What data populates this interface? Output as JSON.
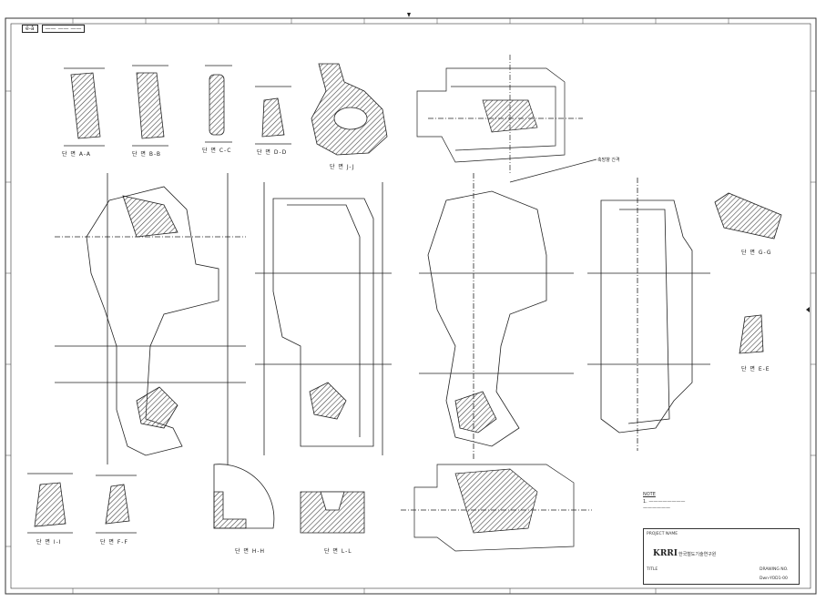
{
  "header": {
    "sheet_id": "é-â",
    "description": "—— —— ——"
  },
  "section_labels": [
    "단 면 A-A",
    "단 면 B-B",
    "단 면 C-C",
    "단 면 D-D",
    "단 면 J-J",
    "단 면 G-G",
    "단 면 E-E",
    "단 면 I-I",
    "단 면 F-F",
    "단 면 H-H",
    "단 면 L-L"
  ],
  "callout": "축방향 간격",
  "note": {
    "title": "NOTE",
    "lines": [
      "1. ————————",
      "——————"
    ]
  },
  "title_block": {
    "logo": "KRRI",
    "org": "한국철도기술연구원",
    "project_label": "PROJECT NAME",
    "title_label": "TITLE",
    "drawing_no_label": "DRAWING NO.",
    "drawing_no": "Dwn-YOD1-00"
  },
  "colors": {
    "ink": "#222222",
    "paper": "#ffffff",
    "hatch": "#444444"
  }
}
